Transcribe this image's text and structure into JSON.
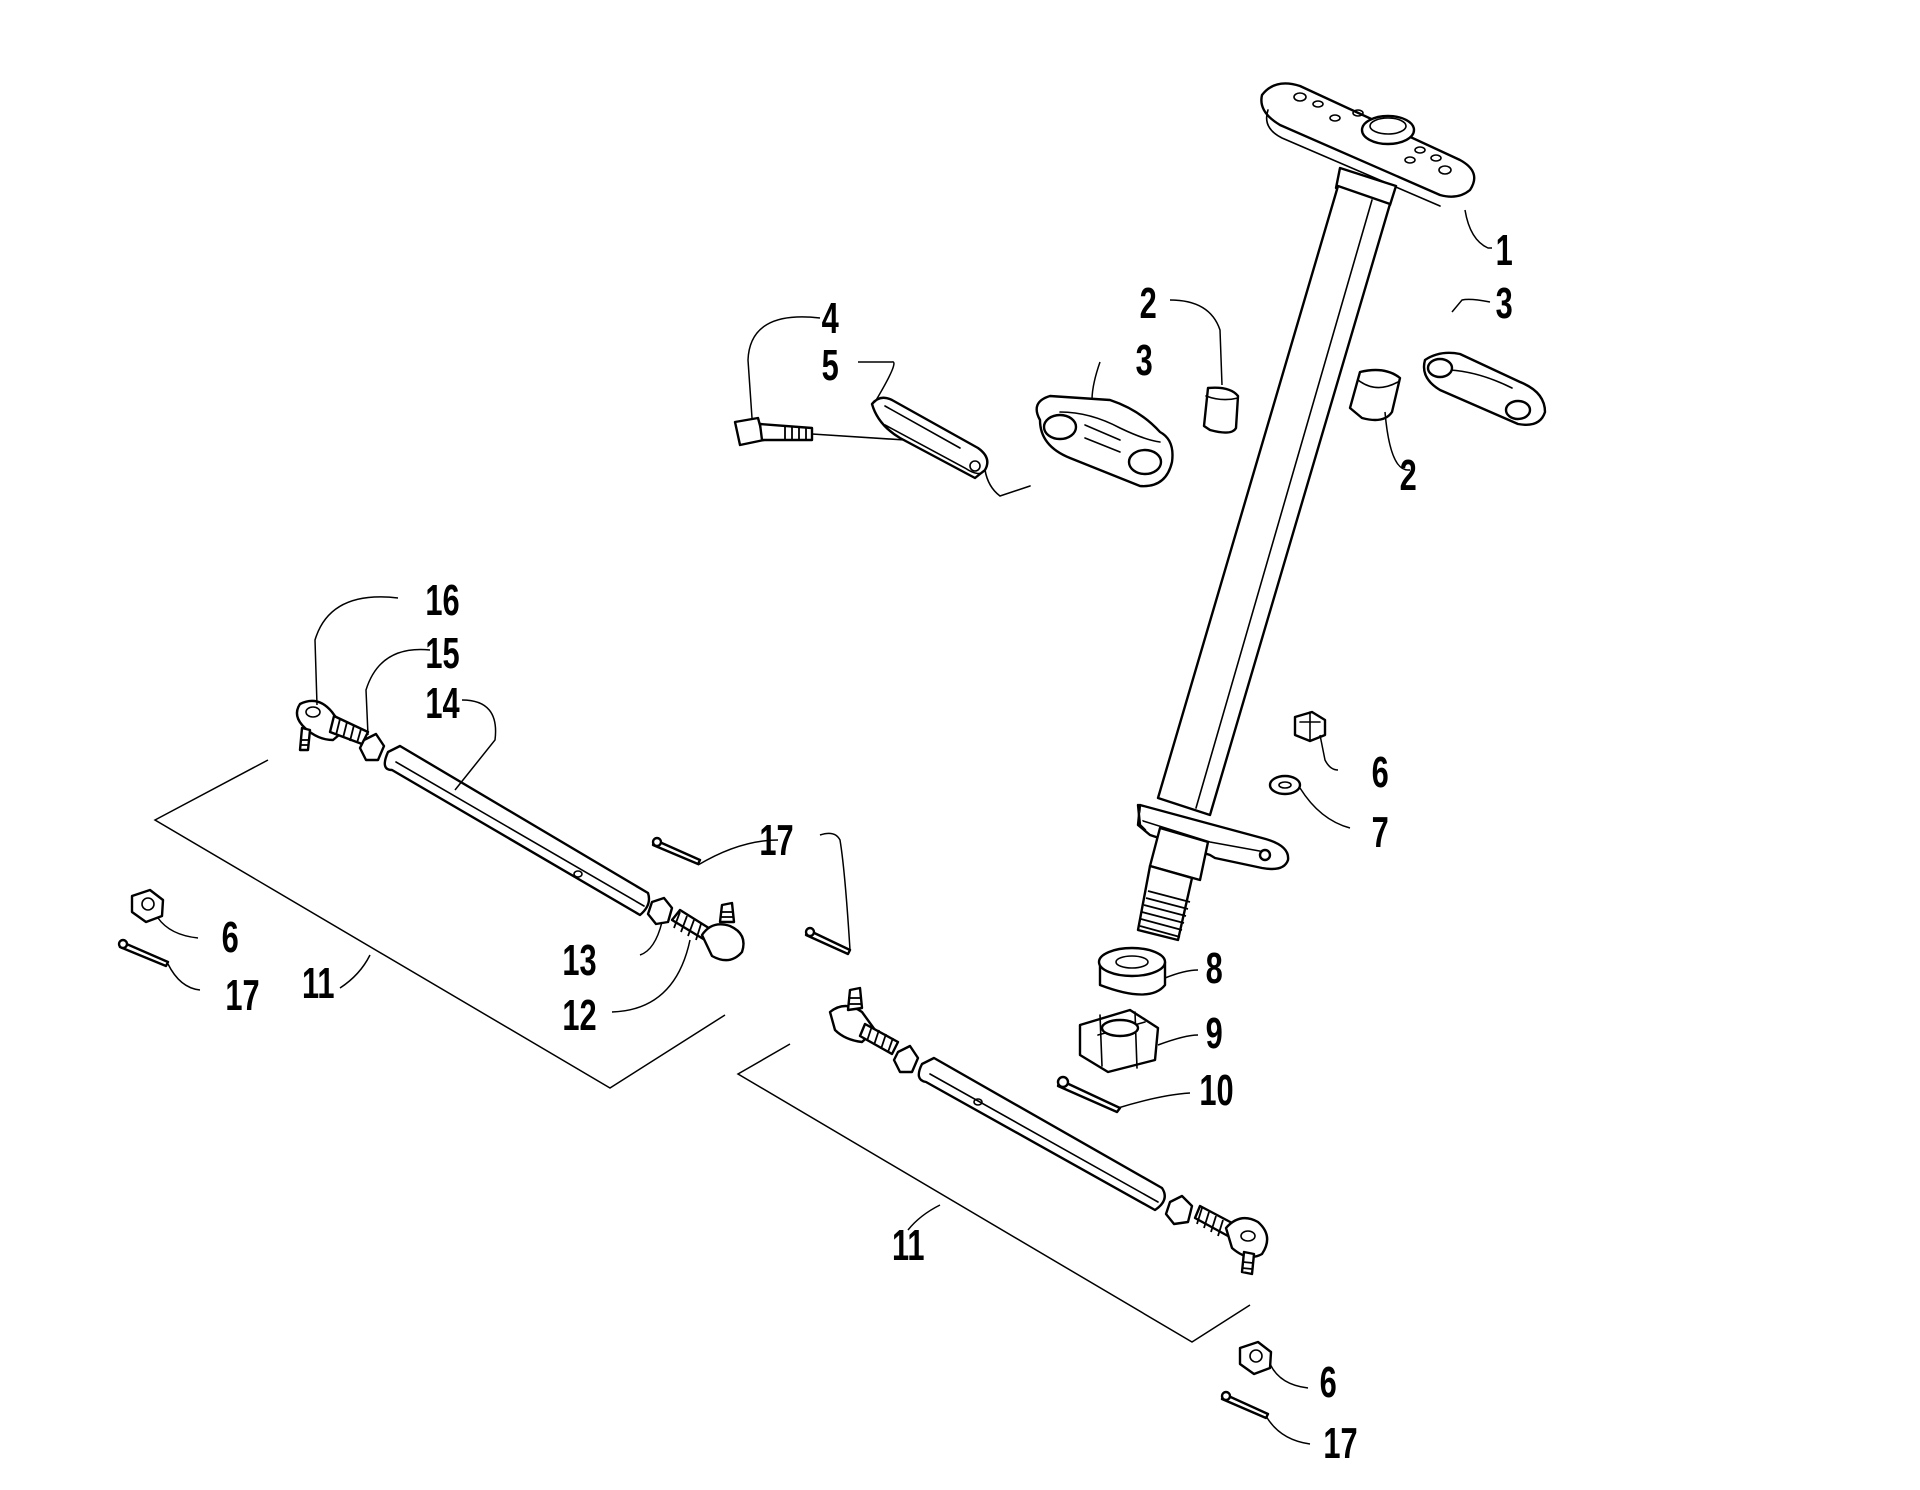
{
  "callouts": {
    "c1": "1",
    "c2a": "2",
    "c2b": "2",
    "c3a": "3",
    "c3b": "3",
    "c4": "4",
    "c5": "5",
    "c6a": "6",
    "c6b": "6",
    "c6c": "6",
    "c7": "7",
    "c8": "8",
    "c9": "9",
    "c10": "10",
    "c11a": "11",
    "c11b": "11",
    "c12": "12",
    "c13": "13",
    "c14": "14",
    "c15": "15",
    "c16": "16",
    "c17a": "17",
    "c17b": "17",
    "c17c": "17"
  },
  "colors": {
    "line": "#000000",
    "background": "#ffffff"
  }
}
